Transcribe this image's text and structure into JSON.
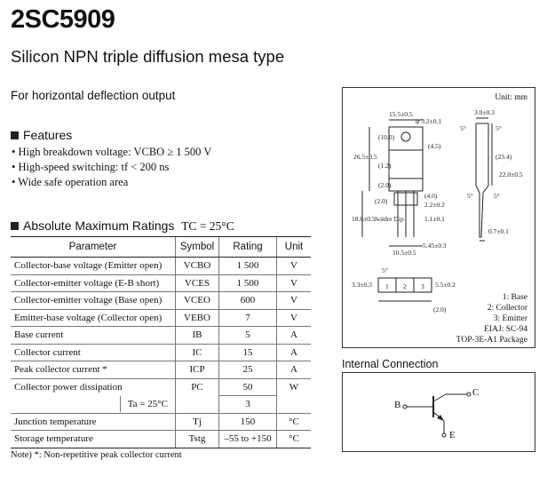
{
  "title": "2SC5909",
  "subtitle": "Silicon NPN triple diffusion mesa type",
  "purpose": "For horizontal deflection output",
  "features": {
    "heading": "Features",
    "items": [
      "High breakdown voltage: VCBO ≥ 1 500 V",
      "High-speed switching: tf < 200 ns",
      "Wide safe operation area"
    ]
  },
  "ratings": {
    "heading": "Absolute Maximum Ratings",
    "condition": "TC = 25°C",
    "columns": [
      "Parameter",
      "Symbol",
      "Rating",
      "Unit"
    ],
    "rows": [
      {
        "parameter": "Collector-base voltage (Emitter open)",
        "symbol": "VCBO",
        "rating": "1 500",
        "unit": "V"
      },
      {
        "parameter": "Collector-emitter voltage (E-B short)",
        "symbol": "VCES",
        "rating": "1 500",
        "unit": "V"
      },
      {
        "parameter": "Collector-emitter voltage (Base open)",
        "symbol": "VCEO",
        "rating": "600",
        "unit": "V"
      },
      {
        "parameter": "Emitter-base voltage (Collector open)",
        "symbol": "VEBO",
        "rating": "7",
        "unit": "V"
      },
      {
        "parameter": "Base current",
        "symbol": "IB",
        "rating": "5",
        "unit": "A"
      },
      {
        "parameter": "Collector current",
        "symbol": "IC",
        "rating": "15",
        "unit": "A"
      },
      {
        "parameter": "Peak collector current *",
        "symbol": "ICP",
        "rating": "25",
        "unit": "A"
      },
      {
        "parameter": "Collector power dissipation",
        "symbol": "PC",
        "rating": "50",
        "unit": "W"
      },
      {
        "parameter": "Ta = 25°C",
        "symbol": "",
        "rating": "3",
        "unit": ""
      },
      {
        "parameter": "Junction temperature",
        "symbol": "Tj",
        "rating": "150",
        "unit": "°C"
      },
      {
        "parameter": "Storage temperature",
        "symbol": "Tstg",
        "rating": "–55 to +150",
        "unit": "°C"
      }
    ]
  },
  "note": "Note) *: Non-repetitive peak collector current",
  "package": {
    "unit": "Unit: mm",
    "dims": [
      "15.5±0.5",
      "φ 3.2±0.1",
      "3.0±0.3",
      "(10.0)",
      "(4.5)",
      "26.5±0.5",
      "(1.2)",
      "(23.4)",
      "22.0±0.5",
      "(2.0)",
      "(4.0)",
      "2.2±0.2",
      "1.1±0.1",
      "(2.0)",
      "Solder Dip",
      "18.6±0.5",
      "0.7±0.1",
      "10.5±0.5",
      "5.45±0.3",
      "3.3±0.3",
      "5.5±0.2",
      "(2.0)",
      "5°",
      "5°",
      "5°",
      "5°",
      "5°",
      "1",
      "2",
      "3"
    ],
    "legend": [
      "1: Base",
      "2: Collector",
      "3: Emitter",
      "EIAJ: SC-94",
      "TOP-3E-A1 Package"
    ]
  },
  "internal": {
    "heading": "Internal Connection",
    "pins": {
      "b": "B",
      "c": "C",
      "e": "E"
    }
  }
}
